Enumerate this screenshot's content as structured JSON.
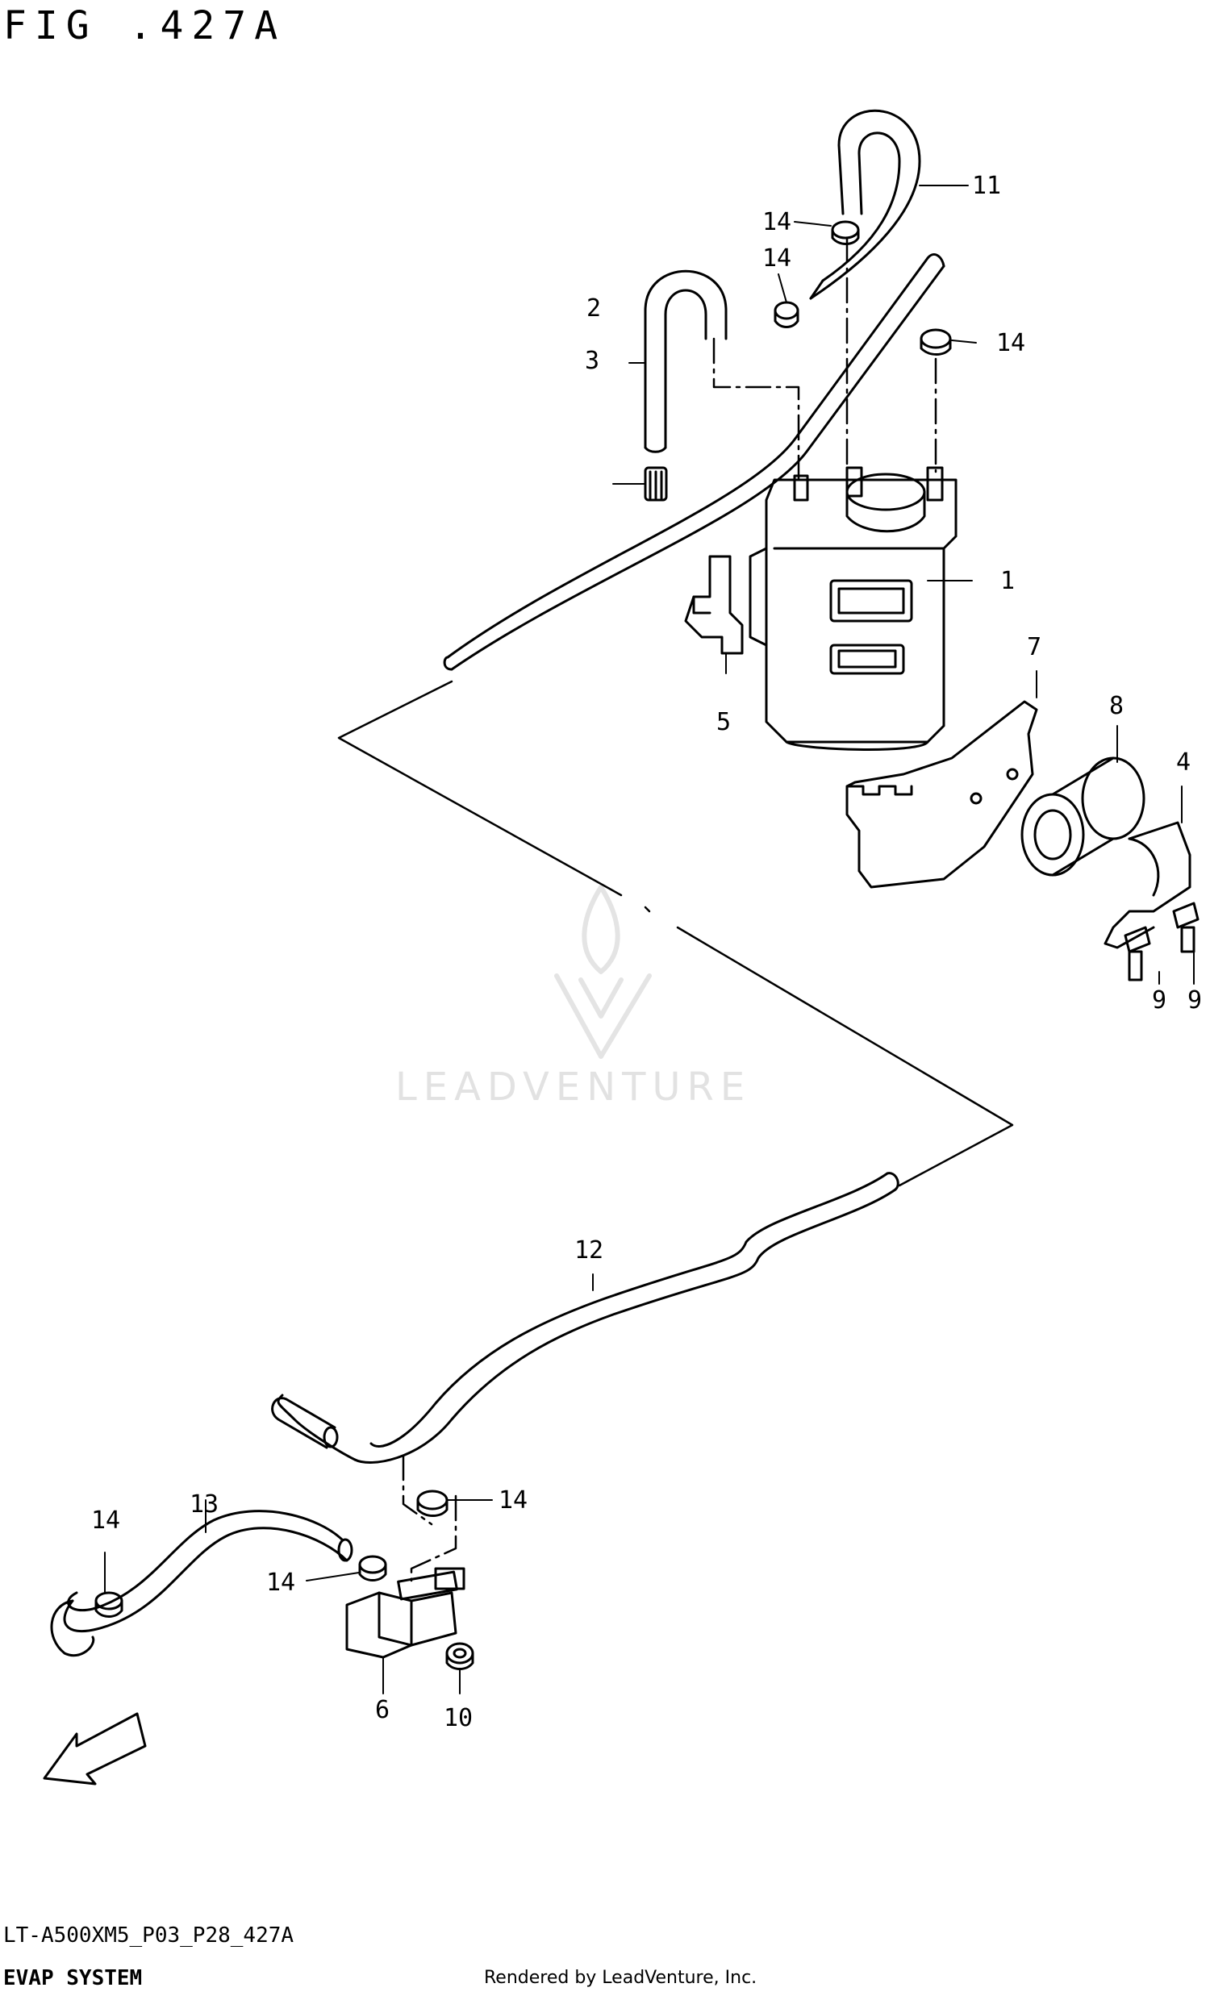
{
  "figure": {
    "title": "FIG .427A",
    "model_code": "LT-A500XM5_P03_P28_427A",
    "section_title": "EVAP SYSTEM",
    "rendered_by": "Rendered by LeadVenture, Inc.",
    "watermark": "LEADVENTURE",
    "fwd_label": "FWD"
  },
  "callouts": [
    {
      "id": "c1",
      "text": "1"
    },
    {
      "id": "c2",
      "text": "2"
    },
    {
      "id": "c3",
      "text": "3"
    },
    {
      "id": "c4",
      "text": "4"
    },
    {
      "id": "c5",
      "text": "5"
    },
    {
      "id": "c6",
      "text": "6"
    },
    {
      "id": "c7",
      "text": "7"
    },
    {
      "id": "c8",
      "text": "8"
    },
    {
      "id": "c9a",
      "text": "9"
    },
    {
      "id": "c9b",
      "text": "9"
    },
    {
      "id": "c10",
      "text": "10"
    },
    {
      "id": "c11",
      "text": "11"
    },
    {
      "id": "c12",
      "text": "12"
    },
    {
      "id": "c13",
      "text": "13"
    },
    {
      "id": "c14a",
      "text": "14"
    },
    {
      "id": "c14b",
      "text": "14"
    },
    {
      "id": "c14c",
      "text": "14"
    },
    {
      "id": "c14d",
      "text": "14"
    },
    {
      "id": "c14e",
      "text": "14"
    },
    {
      "id": "c14f",
      "text": "14"
    }
  ]
}
